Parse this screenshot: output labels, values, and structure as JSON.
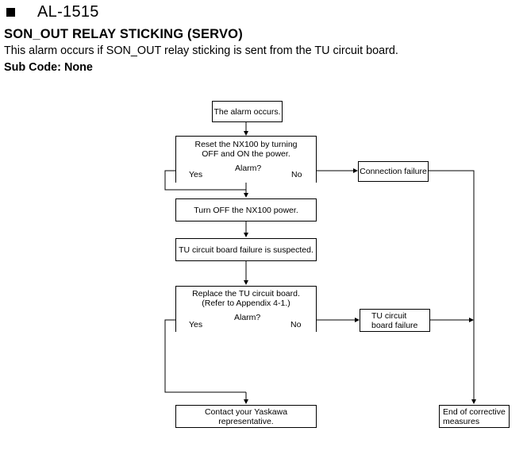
{
  "header": {
    "alarm_code": "AL-1515",
    "alarm_title": "SON_OUT RELAY STICKING (SERVO)",
    "description": "This alarm occurs if SON_OUT relay sticking is sent from the TU circuit board.",
    "sub_code": "Sub Code: None"
  },
  "flowchart": {
    "start": "The alarm occurs.",
    "step1": {
      "line1": "Reset the NX100 by turning",
      "line2": "OFF and ON the power."
    },
    "decision1": {
      "question": "Alarm?",
      "yes": "Yes",
      "no": "No"
    },
    "connection_failure": "Connection failure",
    "step2": "Turn OFF the NX100 power.",
    "step3": "TU circuit board failure is suspected.",
    "step4": {
      "line1": "Replace the TU circuit board.",
      "line2": "(Refer to Appendix 4-1.)"
    },
    "decision2": {
      "question": "Alarm?",
      "yes": "Yes",
      "no": "No"
    },
    "tu_failure": {
      "line1": "TU circuit",
      "line2": "board failure"
    },
    "contact": "Contact your Yaskawa representative.",
    "end": {
      "line1": "End of corrective",
      "line2": "measures"
    }
  }
}
